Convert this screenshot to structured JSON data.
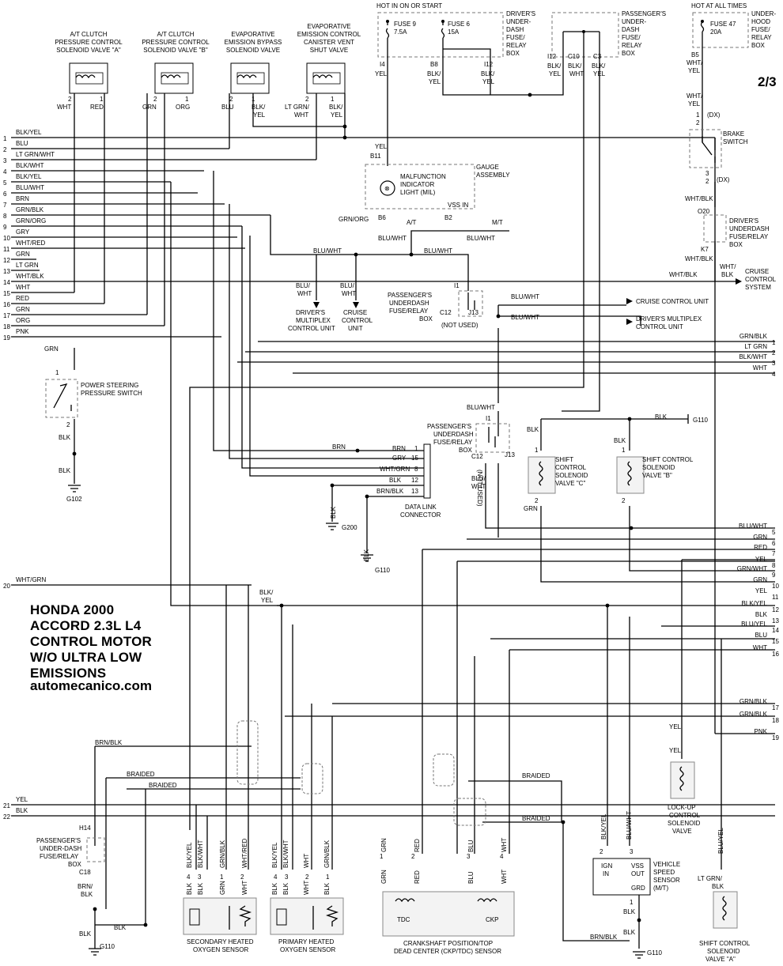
{
  "page": {
    "page_number": "2/3",
    "title_lines": [
      "HONDA 2000",
      "ACCORD 2.3L L4",
      "CONTROL MOTOR",
      "W/O ULTRA LOW",
      "EMISSIONS"
    ],
    "website": "automecanico.com"
  },
  "left_wires": [
    {
      "num": "1",
      "color": "BLK/YEL"
    },
    {
      "num": "2",
      "color": "BLU"
    },
    {
      "num": "3",
      "color": "LT GRN/WHT"
    },
    {
      "num": "4",
      "color": "BLK/WHT"
    },
    {
      "num": "5",
      "color": "BLK/YEL"
    },
    {
      "num": "6",
      "color": "BLU/WHT"
    },
    {
      "num": "7",
      "color": "BRN"
    },
    {
      "num": "8",
      "color": "GRN/BLK"
    },
    {
      "num": "9",
      "color": "GRN/ORG"
    },
    {
      "num": "10",
      "color": "GRY"
    },
    {
      "num": "11",
      "color": "WHT/RED"
    },
    {
      "num": "12",
      "color": "GRN"
    },
    {
      "num": "13",
      "color": "LT GRN"
    },
    {
      "num": "14",
      "color": "WHT/BLK"
    },
    {
      "num": "15",
      "color": "WHT"
    },
    {
      "num": "16",
      "color": "RED"
    },
    {
      "num": "17",
      "color": "GRN"
    },
    {
      "num": "18",
      "color": "ORG"
    },
    {
      "num": "19",
      "color": "PNK"
    },
    {
      "num": "20",
      "color": "WHT/GRN"
    },
    {
      "num": "21",
      "color": "YEL"
    },
    {
      "num": "22",
      "color": "BLK"
    }
  ],
  "right_wires": [
    {
      "num": "1",
      "color": "GRN/BLK"
    },
    {
      "num": "2",
      "color": "LT GRN"
    },
    {
      "num": "3",
      "color": "BLK/WHT"
    },
    {
      "num": "4",
      "color": "WHT"
    },
    {
      "num": "5",
      "color": "BLU/WHT"
    },
    {
      "num": "6",
      "color": "GRN"
    },
    {
      "num": "7",
      "color": "RED"
    },
    {
      "num": "8",
      "color": "YEL"
    },
    {
      "num": "9",
      "color": "GRN/WHT"
    },
    {
      "num": "10",
      "color": "GRN"
    },
    {
      "num": "11",
      "color": "YEL"
    },
    {
      "num": "12",
      "color": "BLK/YEL"
    },
    {
      "num": "13",
      "color": "BLK"
    },
    {
      "num": "14",
      "color": "BLU/YEL"
    },
    {
      "num": "15",
      "color": "BLU"
    },
    {
      "num": "16",
      "color": "WHT"
    },
    {
      "num": "17",
      "color": "GRN/BLK"
    },
    {
      "num": "18",
      "color": "GRN/BLK"
    },
    {
      "num": "19",
      "color": "PNK"
    }
  ],
  "top_header": {
    "hot_on_start": "HOT IN ON OR START",
    "hot_at_all_times": "HOT AT ALL TIMES"
  },
  "top_components": [
    {
      "l1": "A/T CLUTCH",
      "l2": "PRESSURE CONTROL",
      "l3": "SOLENOID VALVE \"A\"",
      "p1": "2",
      "p2": "1",
      "w1": "WHT",
      "w2": "RED"
    },
    {
      "l1": "A/T CLUTCH",
      "l2": "PRESSURE CONTROL",
      "l3": "SOLENOID VALVE \"B\"",
      "p1": "2",
      "p2": "1",
      "w1": "GRN",
      "w2": "ORG"
    },
    {
      "l1": "EVAPORATIVE",
      "l2": "EMISSION BYPASS",
      "l3": "SOLENOID VALVE",
      "p1": "2",
      "p2": "1",
      "w1": "BLU",
      "w2a": "BLK/",
      "w2b": "YEL"
    },
    {
      "l1": "EVAPORATIVE",
      "l2": "EMISSION CONTROL",
      "l3": "CANISTER VENT",
      "l4": "SHUT VALVE",
      "p1": "2",
      "p2": "1",
      "w1a": "LT GRN/",
      "w1b": "WHT",
      "w2a": "BLK/",
      "w2b": "YEL"
    }
  ],
  "fuses": {
    "fuse9": {
      "name": "FUSE 9",
      "rating": "7.5A",
      "pin": "I4",
      "wire": "YEL"
    },
    "fuse6": {
      "name": "FUSE 6",
      "rating": "15A",
      "pin": "B8",
      "wire_a": "BLK/",
      "wire_b": "YEL"
    },
    "fuse47": {
      "name": "FUSE 47",
      "rating": "20A",
      "pin": "B5",
      "wire_a": "WHT/",
      "wire_b": "YEL"
    },
    "i12": {
      "pin": "I12",
      "wire_a": "BLK/",
      "wire_b": "YEL"
    },
    "drv_box": [
      "DRIVER'S",
      "UNDER-",
      "DASH",
      "FUSE/",
      "RELAY",
      "BOX"
    ],
    "pass_box": [
      "PASSENGER'S",
      "UNDER-",
      "DASH",
      "FUSE/",
      "RELAY",
      "BOX"
    ],
    "hood_box": [
      "UNDER-",
      "HOOD",
      "FUSE/",
      "RELAY",
      "BOX"
    ],
    "pass_pins": [
      "I12",
      "C10",
      "C3"
    ],
    "pass_wires": [
      [
        "BLK/",
        "YEL"
      ],
      [
        "BLK/",
        "WHT"
      ],
      [
        "BLK/",
        "YEL"
      ]
    ]
  },
  "gauge": {
    "title_a": "GAUGE",
    "title_b": "ASSEMBLY",
    "mil_a": "MALFUNCTION",
    "mil_b": "INDICATOR",
    "mil_c": "LIGHT (MIL)",
    "pin_b11": "B11",
    "wire_yel": "YEL",
    "pin_b6": "B6",
    "wire_grnorg": "GRN/ORG",
    "pin_b2": "B2",
    "vss_in": "VSS IN",
    "at": "A/T",
    "mt": "M/T",
    "bluwht_a": "BLU/WHT",
    "bluwht_b": "BLU/WHT"
  },
  "brake": {
    "pin1": "1",
    "pin2": "2",
    "dx1": "(DX)",
    "dx2": "(DX)",
    "pin3": "3",
    "wire_top_a": "WHT/",
    "wire_top_b": "YEL",
    "label_a": "BRAKE",
    "label_b": "SWITCH",
    "wire_bot": "WHT/BLK",
    "o20": "O20",
    "box": [
      "DRIVER'S",
      "UNDERDASH",
      "FUSE/RELAY",
      "BOX"
    ],
    "k7": "K7",
    "wire_k7": "WHT/BLK",
    "wire_out_a": "WHT/",
    "wire_out_b": "BLK",
    "cruise": [
      "CRUISE",
      "CONTROL",
      "SYSTEM"
    ]
  },
  "multiplex": {
    "bluwht_top": "BLU/WHT",
    "bluwht_mid": "BLU/WHT",
    "drv_mux": [
      "DRIVER'S",
      "MULTIPLEX",
      "CONTROL UNIT"
    ],
    "drv_wire": [
      "BLU/",
      "WHT"
    ],
    "cruise_unit": [
      "CRUISE",
      "CONTROL",
      "UNIT"
    ],
    "cruise_wire": [
      "BLU/",
      "WHT"
    ],
    "pass_box": [
      "PASSENGER'S",
      "UNDERDASH",
      "FUSE/RELAY",
      "BOX"
    ],
    "i1": "I1",
    "c12": "C12",
    "j13": "J13",
    "not_used": "(NOT USED)",
    "right_bluwht_a": "BLU/WHT",
    "right_bluwht_b": "BLU/WHT",
    "out_cruise": "CRUISE CONTROL UNIT",
    "out_mux_a": "DRIVER'S MULTIPLEX",
    "out_mux_b": "CONTROL UNIT"
  },
  "ps_switch": {
    "wire_top": "GRN",
    "pin1": "1",
    "label_a": "POWER STEERING",
    "label_b": "PRESSURE SWITCH",
    "pin2": "2",
    "wire_a": "BLK",
    "wire_b": "BLK",
    "ground": "G102"
  },
  "dlc": {
    "rows": [
      {
        "color": "BRN",
        "pin": "1"
      },
      {
        "color": "GRY",
        "pin": "15"
      },
      {
        "color": "WHT/GRN",
        "pin": "8"
      },
      {
        "color": "BLK",
        "pin": "12"
      },
      {
        "color": "BRN/BLK",
        "pin": "13"
      }
    ],
    "label_a": "DATA LINK",
    "label_b": "CONNECTOR",
    "blk_a": "BLK",
    "g200": "G200",
    "blk_b": "BLK",
    "g110": "G110"
  },
  "pass_box2": {
    "label": [
      "PASSENGER'S",
      "UNDERDASH",
      "FUSE/RELAY",
      "BOX"
    ],
    "bluwht": "BLU/WHT",
    "i1": "I1",
    "c12": "C12",
    "j13": "J13",
    "not_used": "(NOT USED)",
    "wire_a": "BLU/",
    "wire_b": "WHT"
  },
  "shift_solenoids": {
    "blk_top": "BLK",
    "g110": "G110",
    "c": {
      "wire_top": "BLK",
      "pin1": "1",
      "label": [
        "SHIFT",
        "CONTROL",
        "SOLENOID",
        "VALVE \"C\""
      ],
      "pin2": "2",
      "wire_bot": "GRN"
    },
    "b": {
      "wire_top": "BLK",
      "pin1": "1",
      "label": [
        "SHIFT CONTROL",
        "SOLENOID",
        "VALVE \"B\""
      ],
      "pin2": "2"
    }
  },
  "mid_wires": {
    "blkyel_a": "BLK/",
    "blkyel_b": "YEL"
  },
  "lower": {
    "brnblk": "BRN/BLK",
    "braided_1": "BRAIDED",
    "braided_2": "BRAIDED",
    "braided_3": "BRAIDED",
    "braided_4": "BRAIDED",
    "h14": "H14",
    "pass_box": [
      "PASSENGER'S",
      "UNDER-DASH",
      "FUSE/RELAY",
      "BOX"
    ],
    "c18": "C18",
    "wire_brnblk_a": "BRN/",
    "wire_brnblk_b": "BLK",
    "blk_a": "BLK",
    "blk_b": "BLK",
    "g110": "G110",
    "sec_sensor": [
      "SECONDARY HEATED",
      "OXYGEN SENSOR"
    ],
    "pri_sensor": [
      "PRIMARY HEATED",
      "OXYGEN SENSOR"
    ],
    "sec_top": [
      "BLK/YEL",
      "BLK/WHT",
      "GRN/BLK",
      "WHT/RED"
    ],
    "pri_top": [
      "BLK/YEL",
      "BLK/WHT",
      "WHT",
      "GRN/BLK"
    ],
    "sensor_pins": [
      "4",
      "3",
      "1",
      "2"
    ],
    "sensor_bot": [
      "BLK",
      "BLK",
      "GRN",
      "WHT"
    ],
    "pri_bot": [
      "BLK",
      "BLK",
      "WHT",
      "BLK"
    ],
    "ckp": {
      "label": [
        "CRANKSHAFT POSITION/TOP",
        "DEAD CENTER (CKP/TDC) SENSOR"
      ],
      "top": [
        "GRN",
        "RED",
        "BLU",
        "WHT"
      ],
      "pins": [
        "1",
        "2",
        "3",
        "4"
      ],
      "bot": [
        "GRN",
        "RED",
        "BLU",
        "WHT"
      ],
      "tdc": "TDC",
      "ckpl": "CKP"
    },
    "vss": {
      "label": [
        "VEHICLE",
        "SPEED",
        "SENSOR",
        "(M/T)"
      ],
      "w1": "BLK/YEL",
      "w2": "BLU/WHT",
      "p1": "2",
      "p2": "3",
      "ign": "IGN",
      "in": "IN",
      "vss": "VSS",
      "out": "OUT",
      "grd": "GRD",
      "pin1": "1",
      "blk_a": "BLK",
      "blk_b": "BLK",
      "brnblk": "BRN/BLK",
      "g110": "G110"
    },
    "lockup": {
      "yel_a": "YEL",
      "yel_b": "YEL",
      "label": [
        "LOCK-UP",
        "CONTROL",
        "SOLENOID",
        "VALVE"
      ]
    },
    "shift_a": {
      "wire_top": "BLU/YEL",
      "wire_bot_a": "LT GRN/",
      "wire_bot_b": "BLK",
      "label": [
        "SHIFT CONTROL",
        "SOLENOID",
        "VALVE \"A\""
      ]
    }
  }
}
